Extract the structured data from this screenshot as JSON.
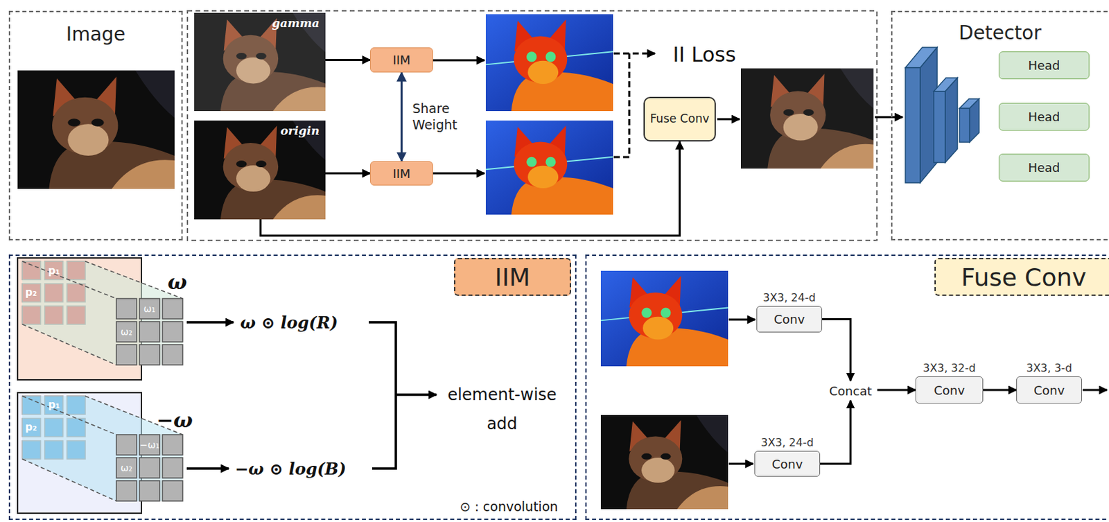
{
  "diagram": {
    "nodes": [
      {
        "text": [
          "Image"
        ]
      },
      {
        "text": [
          "gamma"
        ]
      },
      {
        "text": [
          "origin"
        ]
      },
      {
        "text": [
          "IIM"
        ]
      },
      {
        "text": [
          "IIM"
        ]
      },
      {
        "text": [
          "Fuse Conv"
        ]
      },
      {
        "text": [
          "Detector"
        ]
      },
      {
        "text": [
          "Head"
        ],
        "in": 6
      },
      {
        "text": [
          "Head"
        ],
        "in": 6
      },
      {
        "text": [
          "Head"
        ],
        "in": 6
      },
      {
        "text": [
          "IIM"
        ]
      },
      {
        "text": [
          "Fuse Conv"
        ]
      },
      {
        "text": [
          "3X3, 24-d",
          "Conv"
        ],
        "in": 11
      },
      {
        "text": [
          "3X3, 24-d",
          "Conv"
        ],
        "in": 11
      },
      {
        "text": [
          "Concat"
        ],
        "in": 11
      },
      {
        "text": [
          "3X3, 32-d",
          "Conv"
        ],
        "in": 11
      },
      {
        "text": [
          "3X3, 3-d",
          "Conv"
        ],
        "in": 11
      }
    ],
    "edges": [
      {
        "from": 1,
        "to": 3,
        "arrow": "to"
      },
      {
        "from": 2,
        "to": 4,
        "arrow": "to"
      },
      {
        "from": 3,
        "to": 4,
        "label": "Share Weight",
        "arrow": "both"
      },
      {
        "from": 2,
        "to": 5,
        "arrow": "to"
      },
      {
        "from": 12,
        "to": 14,
        "arrow": "to"
      },
      {
        "from": 13,
        "to": 14,
        "arrow": "to"
      },
      {
        "from": 14,
        "to": 15,
        "arrow": "to"
      },
      {
        "from": 15,
        "to": 16,
        "arrow": "to"
      }
    ],
    "labels": [
      "II Loss",
      "ω",
      "p₁",
      "p₂",
      "ω₁",
      "ω₂",
      "ω ⊙ log(R)",
      "−ω",
      "p₁",
      "p₂",
      "−ω₁",
      "ω₂",
      "−ω ⊙ log(B)",
      "element-wise add",
      "⊙ : convolution"
    ]
  }
}
